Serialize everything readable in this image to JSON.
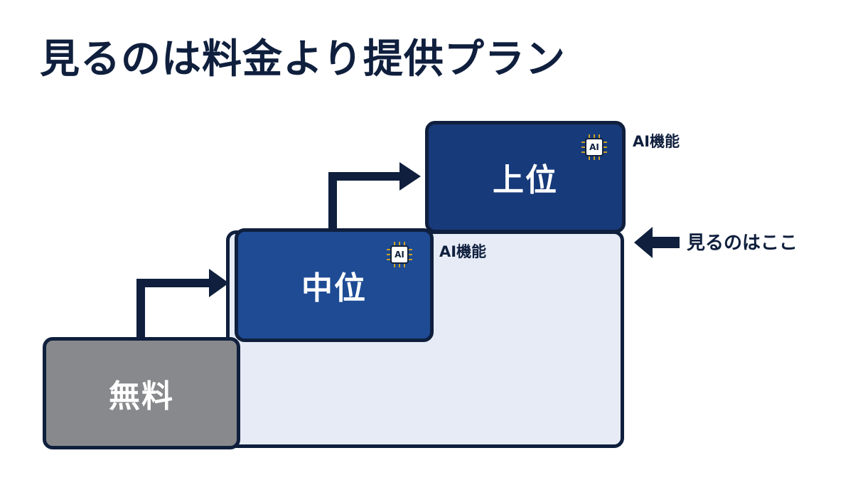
{
  "title": "見るのは料金より提供プラン",
  "steps": {
    "free": {
      "label": "無料",
      "color": "#88898c"
    },
    "mid": {
      "label": "中位",
      "color": "#1e4b94",
      "feature": "AI機能",
      "chip_text": "AI"
    },
    "top": {
      "label": "上位",
      "color": "#173a7a",
      "feature": "AI機能",
      "chip_text": "AI"
    }
  },
  "highlight": {
    "color": "#e6ebf6"
  },
  "callout": {
    "label": "見るのはここ",
    "icon": "arrow-left-icon"
  },
  "icons": {
    "chip": "ai-chip-icon",
    "step_arrow": "step-arrow-icon"
  },
  "colors": {
    "outline": "#0f1f3d",
    "chip_pins": "#c9a227"
  }
}
